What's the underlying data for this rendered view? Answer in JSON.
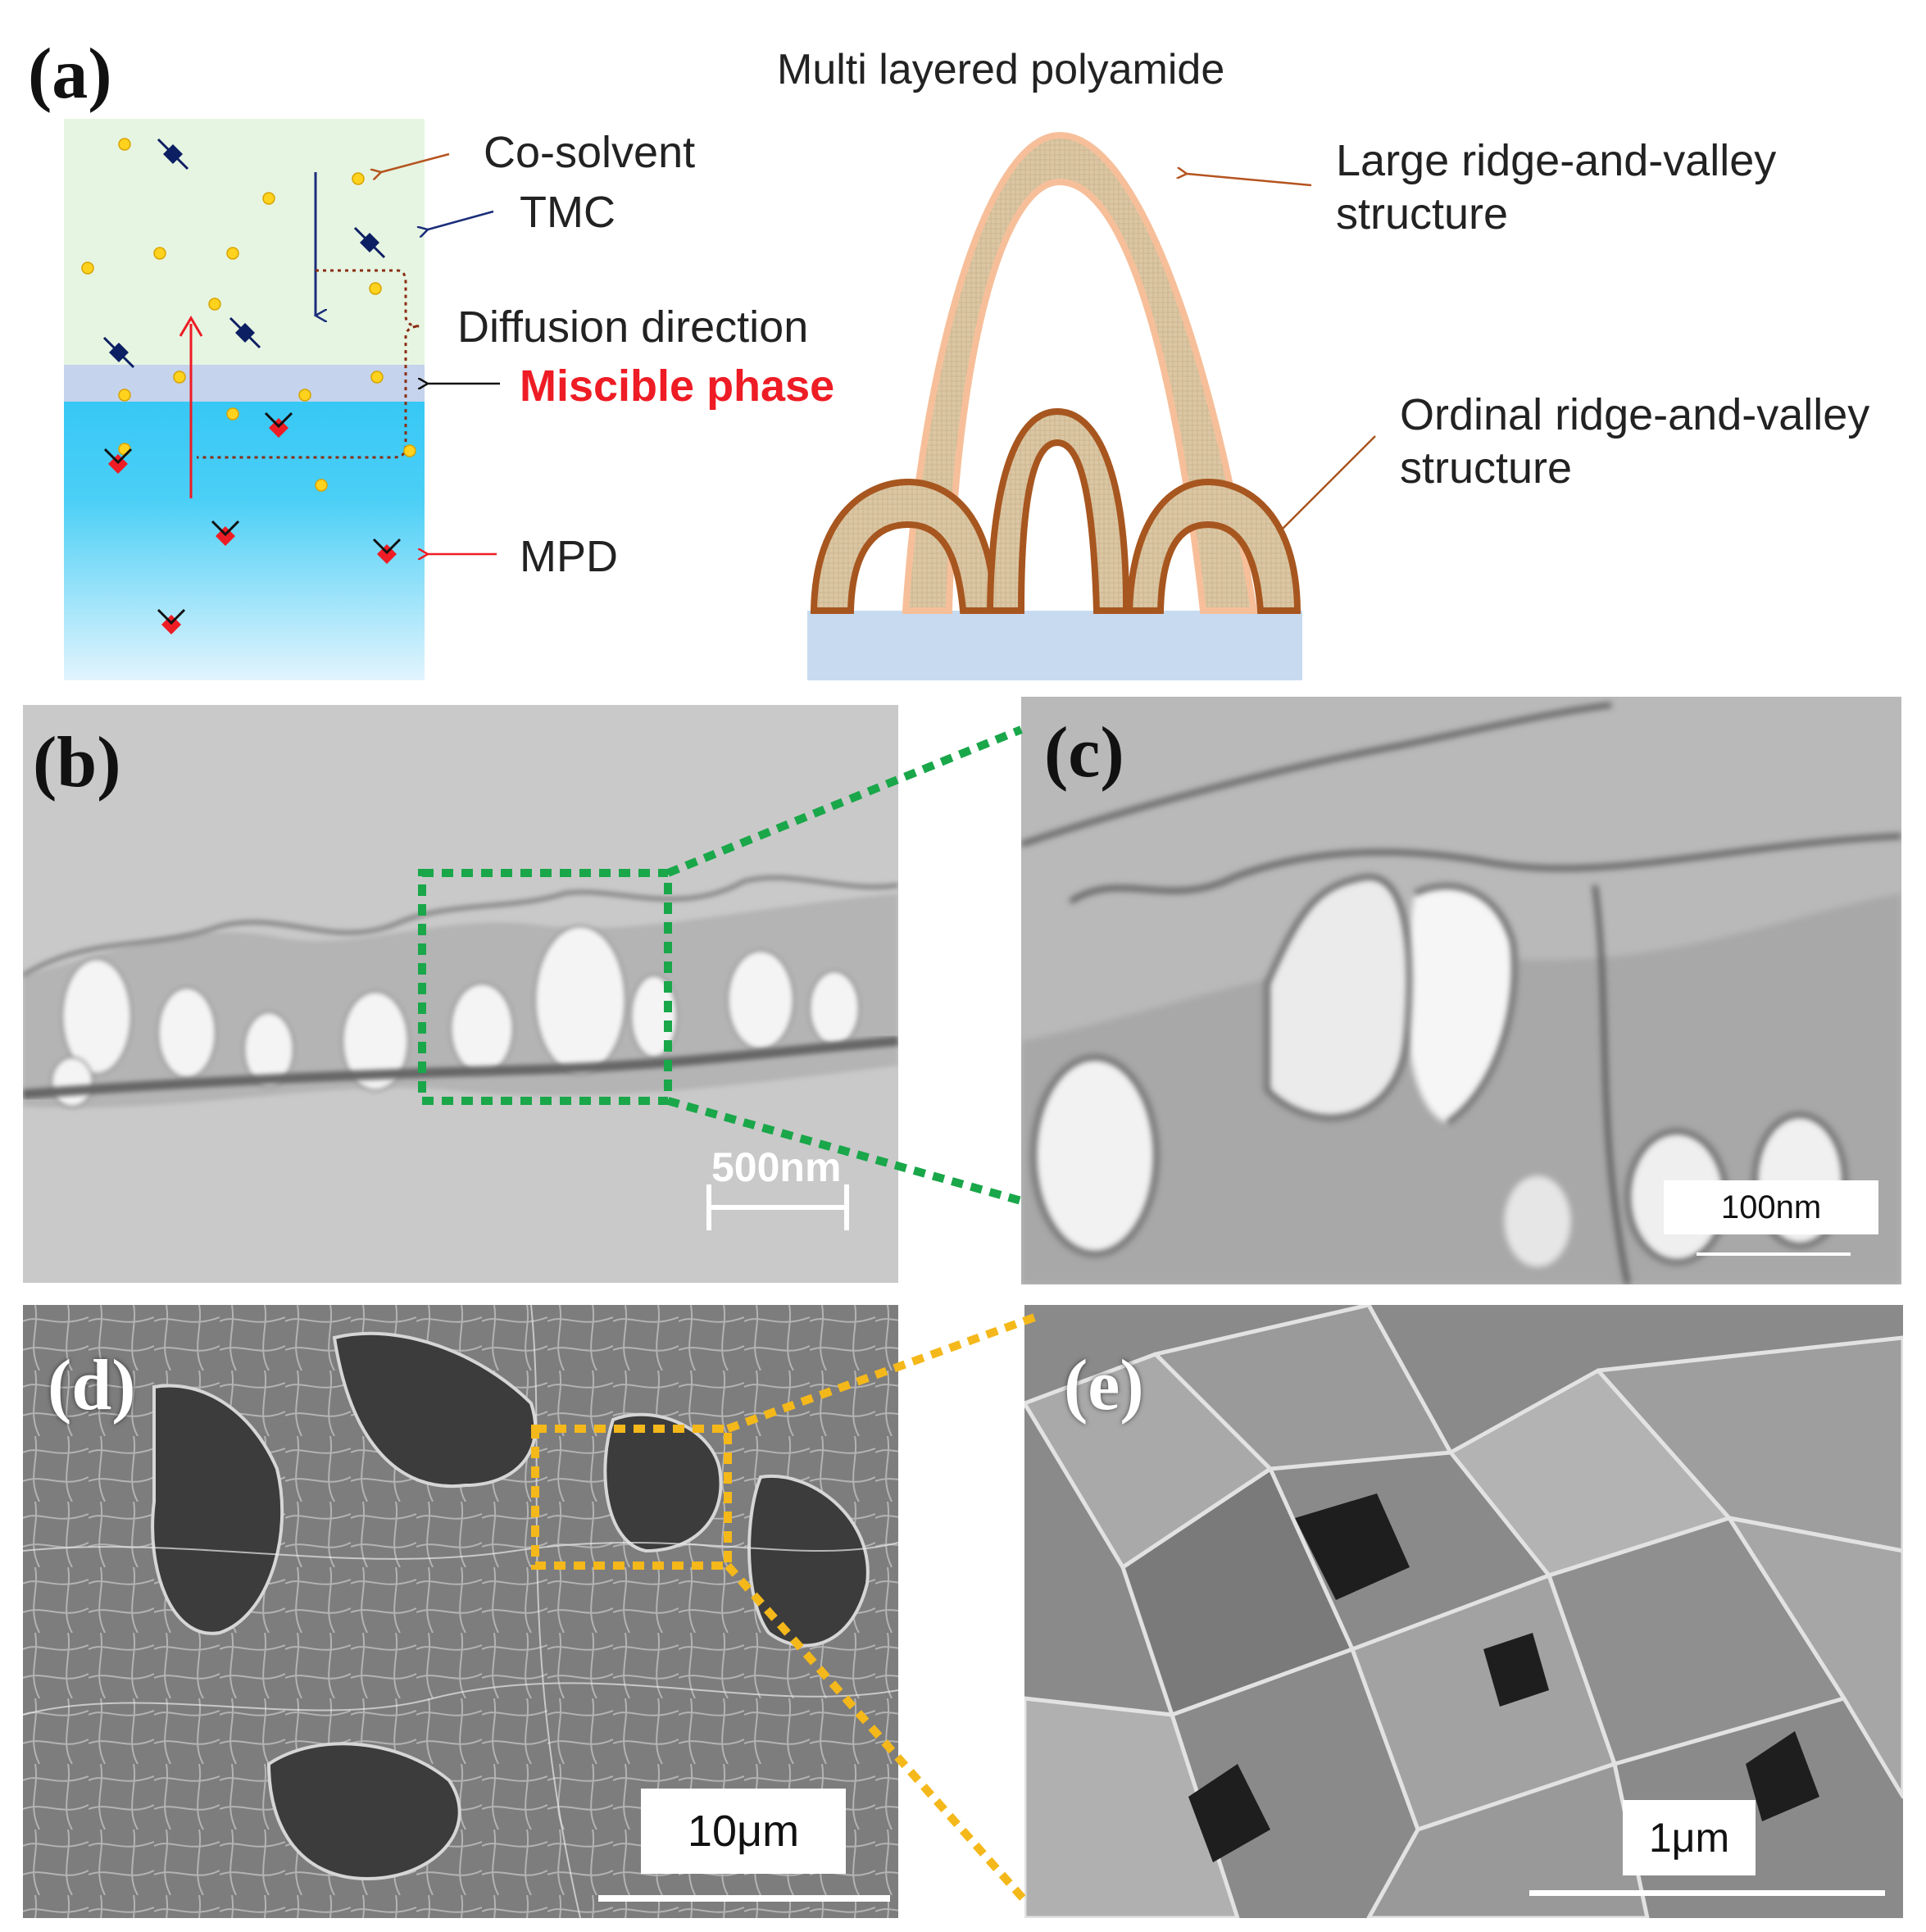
{
  "panel_a": {
    "letter": "(a)",
    "title": "Multi layered polyamide",
    "labels": {
      "cosolvent": "Co-solvent",
      "tmc": "TMC",
      "diffusion": "Diffusion direction",
      "miscible": "Miscible phase",
      "mpd": "MPD",
      "large_line1": "Large ridge-and-valley",
      "large_line2": "structure",
      "ordinal_line1": "Ordinal ridge-and-valley",
      "ordinal_line2": "structure"
    },
    "colors": {
      "organic_phase": "#e6f5e1",
      "miscible_phase": "#c5d3ec",
      "aqueous_top": "#37c8f5",
      "aqueous_bottom": "#e2f4fd",
      "cosolvent_dot": "#ffd21e",
      "tmc_marker": "#0d1f63",
      "mpd_marker": "#ee1c24",
      "large_layer": "#f6bf9a",
      "ordinal_layer": "#a7561f",
      "substrate": "#c7daf0"
    }
  },
  "panel_b": {
    "letter": "(b)",
    "scale": "500nm"
  },
  "panel_c": {
    "letter": "(c)",
    "scale": "100nm"
  },
  "panel_d": {
    "letter": "(d)",
    "scale": "10μm"
  },
  "panel_e": {
    "letter": "(e)",
    "scale": "1μm"
  },
  "zoom_colors": {
    "tem_link": "#19a74a",
    "sem_link": "#f4b81a"
  }
}
